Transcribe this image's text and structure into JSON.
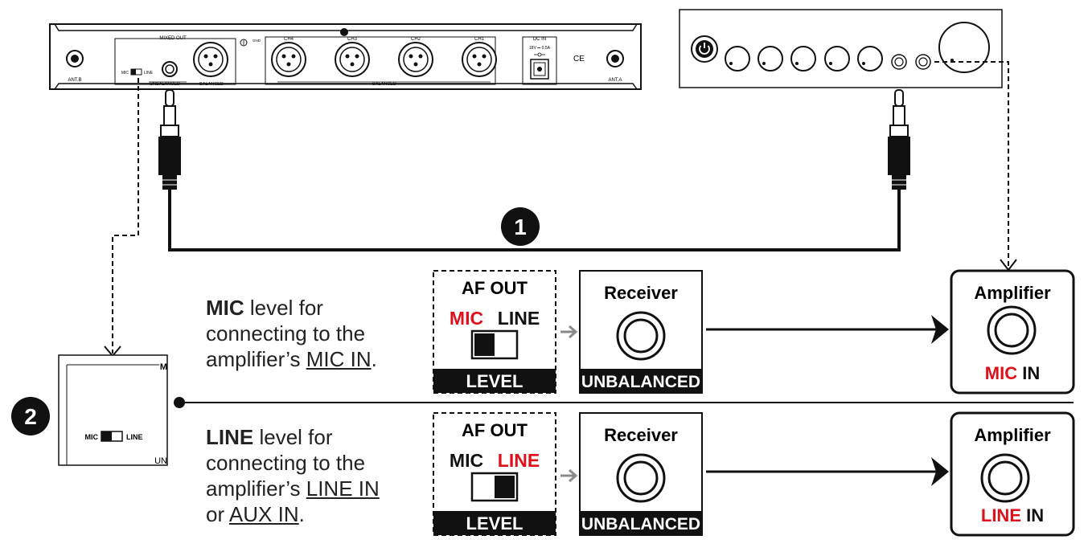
{
  "receiver_panel": {
    "mixed_out": "MIXED OUT",
    "unbalanced": "UNBALANCED",
    "balanced": "BALANCED",
    "balanced_bottom": "BALANCED",
    "gnd": "GND",
    "channels": [
      "CH4",
      "CH3",
      "CH2",
      "CH1"
    ],
    "dc_in": "DC IN",
    "dc_spec": "18V ⎓ 0.5A",
    "ce": "CE",
    "ant_b": "ANT.B",
    "ant_a": "ANT.A",
    "switch_mic": "MIC",
    "switch_line": "LINE"
  },
  "badges": {
    "one": "1",
    "two": "2"
  },
  "zoom_panel": {
    "mic": "MIC",
    "line": "LINE",
    "edge_top": "M",
    "edge_bottom": "UN"
  },
  "rows": [
    {
      "desc_bold": "MIC",
      "desc_line1_rest": " level for",
      "desc_line2": "connecting to the",
      "desc_line3_pre": "amplifier’s ",
      "desc_line3_link": "MIC IN",
      "desc_line3_post": ".",
      "af_out": "AF OUT",
      "sw_mic": "MIC",
      "sw_line": "LINE",
      "active": "MIC",
      "level": "LEVEL",
      "receiver": "Receiver",
      "unbalanced": "UNBALANCED",
      "amplifier": "Amplifier",
      "amp_input_red": "MIC",
      "amp_input_black": "IN"
    },
    {
      "desc_bold": "LINE",
      "desc_line1_rest": " level for",
      "desc_line2": "connecting to the",
      "desc_line3_pre": "amplifier’s ",
      "desc_line3_link": "LINE IN",
      "desc_line4_pre": "or ",
      "desc_line4_link": "AUX IN",
      "desc_line4_post": ".",
      "af_out": "AF OUT",
      "sw_mic": "MIC",
      "sw_line": "LINE",
      "active": "LINE",
      "level": "LEVEL",
      "receiver": "Receiver",
      "unbalanced": "UNBALANCED",
      "amplifier": "Amplifier",
      "amp_input_red": "LINE",
      "amp_input_black": "IN"
    }
  ],
  "colors": {
    "accent_red": "#e0101b",
    "ink": "#111111",
    "arrow_grey": "#8a8a8a"
  }
}
